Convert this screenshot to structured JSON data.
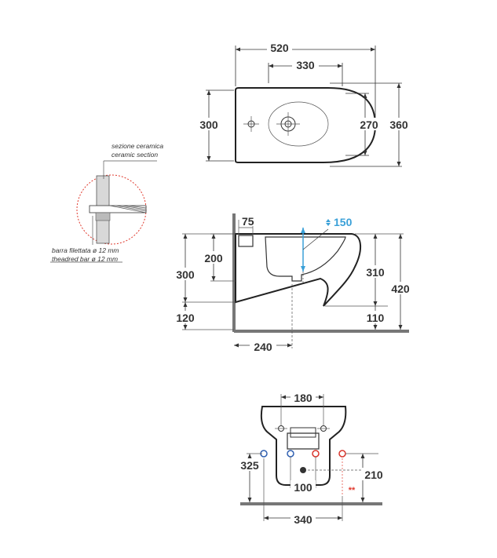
{
  "top_view": {
    "width_total": "520",
    "width_holes": "330",
    "depth_inner": "300",
    "depth_mid": "270",
    "depth_total": "360"
  },
  "detail": {
    "section_it": "sezione ceramica",
    "section_en": "ceramic section",
    "bar_it": "barra filettata ø 12 mm",
    "bar_en": "theadred bar ø 12 mm"
  },
  "side_view": {
    "d75": "75",
    "d150": "150",
    "d200": "200",
    "d300": "300",
    "d310": "310",
    "d420": "420",
    "d120": "120",
    "d110": "110",
    "d240": "240"
  },
  "front_view": {
    "d180": "180",
    "d325": "325",
    "d210": "210",
    "d100": "100",
    "d340": "340",
    "asterisks": "**"
  },
  "colors": {
    "accent_blue": "#3aa0d8",
    "cold_blue": "#2f5fb0",
    "hot_red": "#d9342b",
    "detail_red": "#e03a2e",
    "wall_grey": "#777777"
  }
}
